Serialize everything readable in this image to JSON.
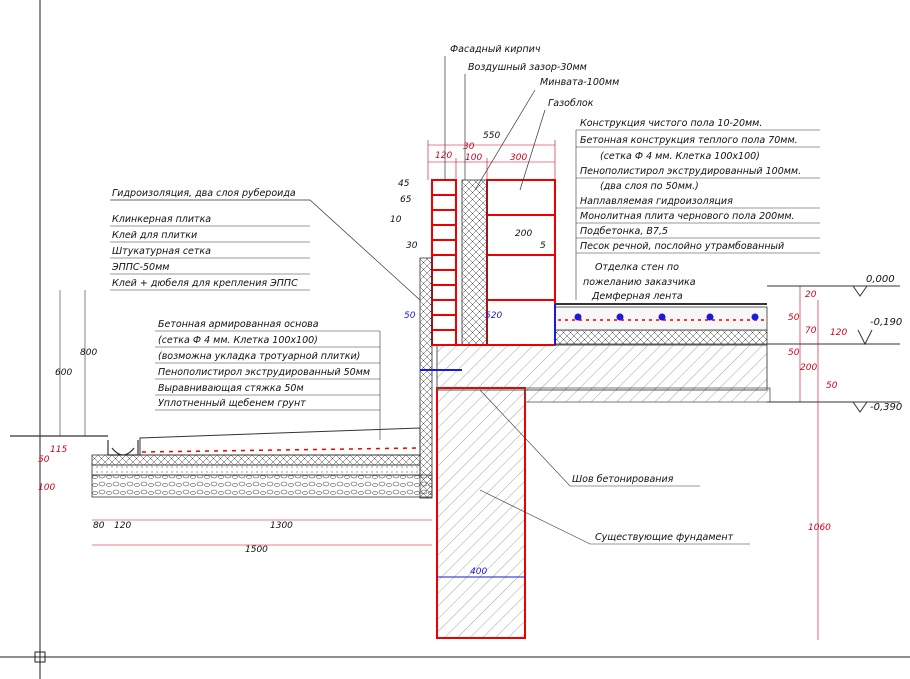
{
  "labels": {
    "facade_brick": "Фасадный кирпич",
    "air_gap": "Воздушный зазор-30мм",
    "mineral_wool": "Минвата-100мм",
    "gas_block": "Газоблок",
    "waterproofing": "Гидроизоляция, два слоя рубероида",
    "clinker_tile": "Клинкерная плитка",
    "tile_glue": "Клей для плитки",
    "plaster_mesh": "Штукатурная сетка",
    "epps": "ЭППС-50мм",
    "glue_dowels": "Клей + дюбеля для крепления ЭППС",
    "wall_finish_1": "Отделка стен по",
    "wall_finish_2": "пожеланию заказчика",
    "damper_tape": "Демферная лента",
    "concrete_seam": "Шов бетонирования",
    "existing_foundation": "Существующие фундамент"
  },
  "floor_layers": [
    "Конструкция чистого пола 10-20мм.",
    "Бетонная конструкция теплого пола 70мм.",
    "(сетка Ф 4 мм. Клетка 100х100)",
    "Пенополистирол экструдированный 100мм.",
    "(два слоя по 50мм.)",
    "Наплавляемая гидроизоляция",
    "Монолитная плита чернового пола 200мм.",
    "Подбетонка, В7,5",
    "Песок речной, послойно утрамбованный"
  ],
  "blind_area_layers": [
    "Бетонная армированная основа",
    "(сетка Ф 4 мм. Клетка 100х100)",
    "(возможна укладка тротуарной плитки)",
    "Пенополистирол экструдированный 50мм",
    "Выравнивающая стяжка 50м",
    "Уплотненный щебенем грунт"
  ],
  "levels": {
    "top": "0,000",
    "mid": "-0,190",
    "bottom": "-0,390"
  },
  "dims": {
    "total_wall": "550",
    "brick": "120",
    "gap": "30",
    "wool": "100",
    "block": "300",
    "d45": "45",
    "d65": "65",
    "d10": "10",
    "d30": "30",
    "d200": "200",
    "d5": "5",
    "d50": "50",
    "d520": "520",
    "d800": "800",
    "d600": "600",
    "d115": "115",
    "d50b": "50",
    "d100": "100",
    "d80": "80",
    "d120b": "120",
    "d1300": "1300",
    "d1500": "1500",
    "d400": "400",
    "d1060": "1060",
    "r20": "20",
    "r50": "50",
    "r70": "70",
    "r120": "120",
    "r200": "200",
    "r50b": "50",
    "r50c": "50"
  }
}
